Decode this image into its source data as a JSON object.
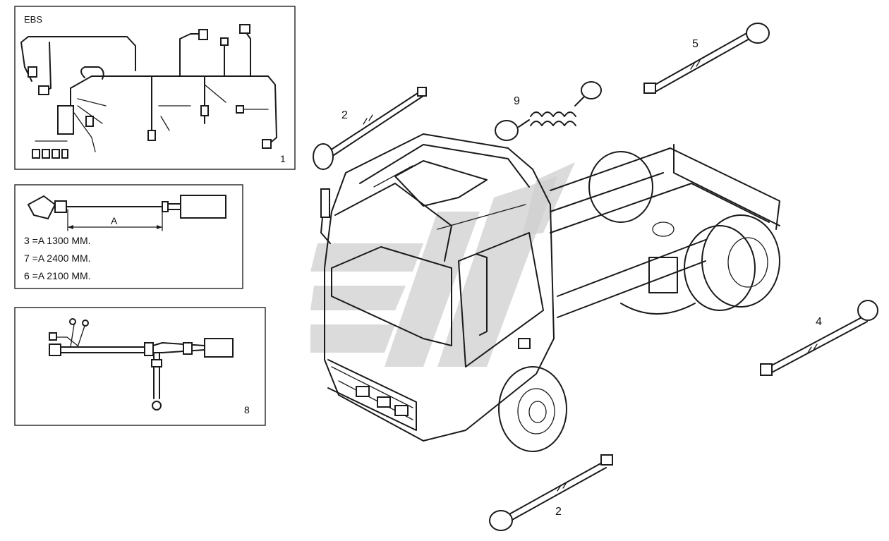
{
  "panel_ebs": {
    "title": "EBS",
    "callout": "1"
  },
  "panel_cable_length": {
    "dimension_label": "A",
    "lengths": [
      "3 =A 1300 MM.",
      "7 =A 2400 MM.",
      "6 =A 2100 MM."
    ]
  },
  "panel_harness": {
    "callout": "8"
  },
  "callouts": {
    "sensor_2_top": "2",
    "coil_9": "9",
    "sensor_5": "5",
    "sensor_4": "4",
    "sensor_2_bottom": "2"
  }
}
